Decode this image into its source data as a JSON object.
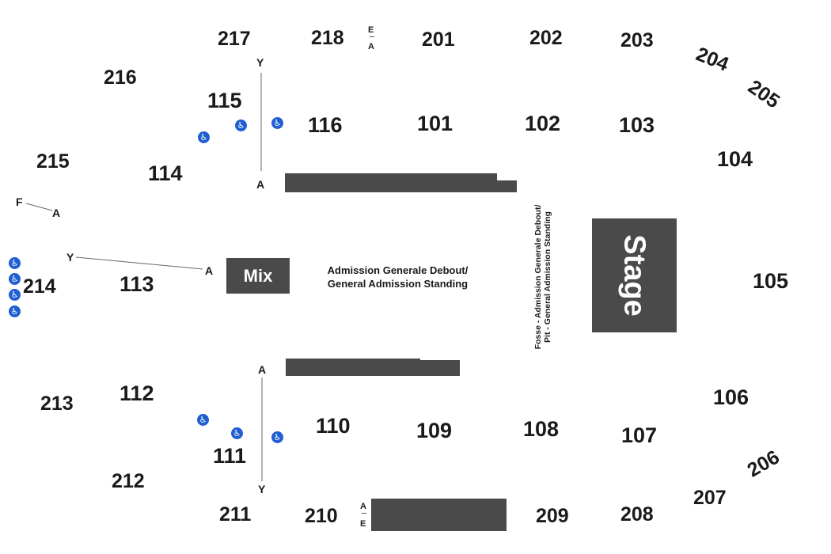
{
  "sections": {
    "s217": "217",
    "s218": "218",
    "s201": "201",
    "s202": "202",
    "s203": "203",
    "s204": "204",
    "s205": "205",
    "s216": "216",
    "s215": "215",
    "s214": "214",
    "s213": "213",
    "s212": "212",
    "s211": "211",
    "s210": "210",
    "s209": "209",
    "s208": "208",
    "s207": "207",
    "s206": "206",
    "s115": "115",
    "s116": "116",
    "s101": "101",
    "s102": "102",
    "s103": "103",
    "s104": "104",
    "s114": "114",
    "s113": "113",
    "s112": "112",
    "s111": "111",
    "s110": "110",
    "s109": "109",
    "s108": "108",
    "s107": "107",
    "s106": "106",
    "s105": "105"
  },
  "rows": {
    "top_y": "Y",
    "top_a": "A",
    "left_f": "F",
    "left_a": "A",
    "mid_y": "Y",
    "mid_a": "A",
    "bot_a": "A",
    "bot_y": "Y",
    "top_e": "E",
    "top_a2": "A",
    "bot_a2": "A",
    "bot_e": "E"
  },
  "floor": {
    "mix": "Mix",
    "stage": "Stage",
    "ga_line1": "Admission Generale Debout/",
    "ga_line2": "General Admission Standing",
    "pit_line1": "Fosse - Admission Generale Debout/",
    "pit_line2": "Pit - General Admission Standing"
  },
  "icons": {
    "accessible": "wheelchair-accessible-icon"
  },
  "colors": {
    "block": "#4a4a4a",
    "accessible": "#1f5fd1",
    "text": "#1a1a1a"
  }
}
